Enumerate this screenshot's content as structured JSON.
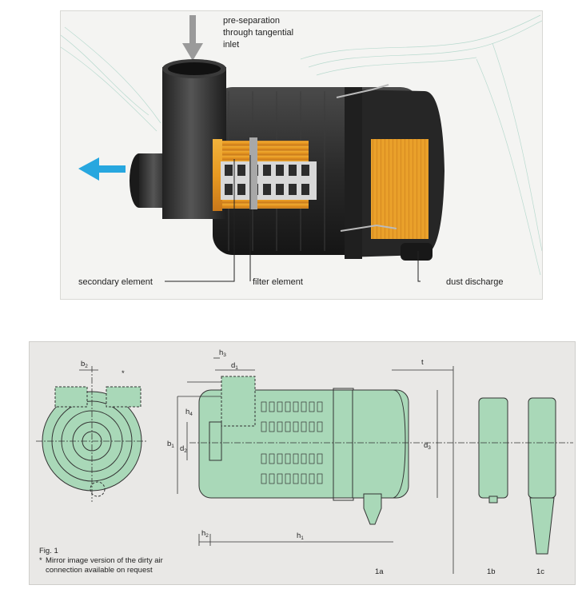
{
  "photo": {
    "inlet_caption": [
      "pre-separation",
      "through tangential",
      "inlet"
    ],
    "labels": {
      "secondary": "secondary element",
      "filter": "filter element",
      "dust": "dust discharge"
    }
  },
  "drawing": {
    "dims": {
      "b": "b",
      "d": "d",
      "h": "h",
      "t": "t",
      "s1": "1",
      "s2": "2",
      "s3": "3",
      "s4": "4"
    },
    "star": "*",
    "fig_title": "Fig. 1",
    "footnote_star": "*",
    "footnote": [
      "Mirror image version of the dirty air",
      "connection available on request"
    ],
    "variants": [
      "1a",
      "1b",
      "1c"
    ]
  }
}
